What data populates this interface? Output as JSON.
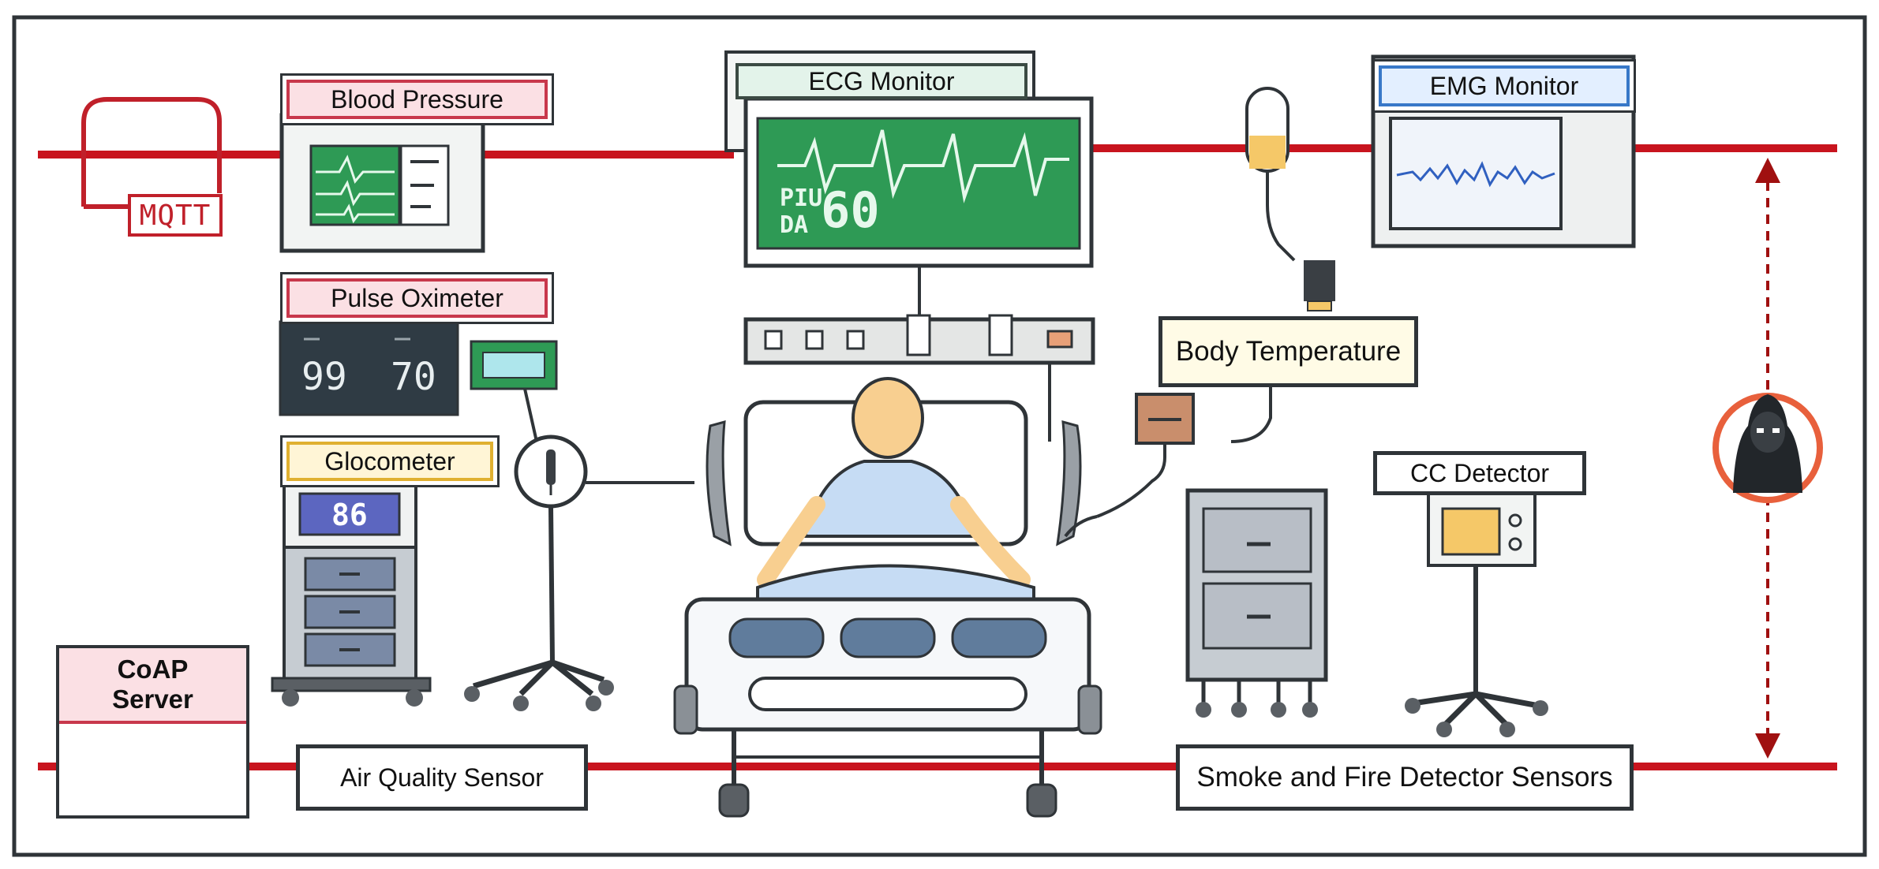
{
  "labels": {
    "mqtt": "MQTT",
    "blood_pressure": "Blood Pressure",
    "ecg_monitor": "ECG Monitor",
    "emg_monitor": "EMG Monitor",
    "pulse_oximeter": "Pulse Oximeter",
    "body_temperature": "Body Temperature",
    "glucometer": "Glocometer",
    "cc_detector": "CC Detector",
    "coap_line1": "CoAP",
    "coap_line2": "Server",
    "air_quality_sensor": "Air Quality Sensor",
    "smoke_fire_sensors": "Smoke and Fire Detector Sensors"
  },
  "screens": {
    "ecg_line1": "PIU",
    "ecg_line2": "DA",
    "ecg_value": "60",
    "oximeter_left": "99",
    "oximeter_right": "70",
    "glucometer_value": "86"
  },
  "colors": {
    "network_line": "#c8141e",
    "outline": "#2f3438",
    "screen_green": "#2e9a55",
    "attacker_ring": "#e8603c"
  },
  "icons": {
    "mqtt": "mqtt-logo-icon",
    "coap": "coap-logo-icon",
    "attacker": "hooded-attacker-icon"
  }
}
